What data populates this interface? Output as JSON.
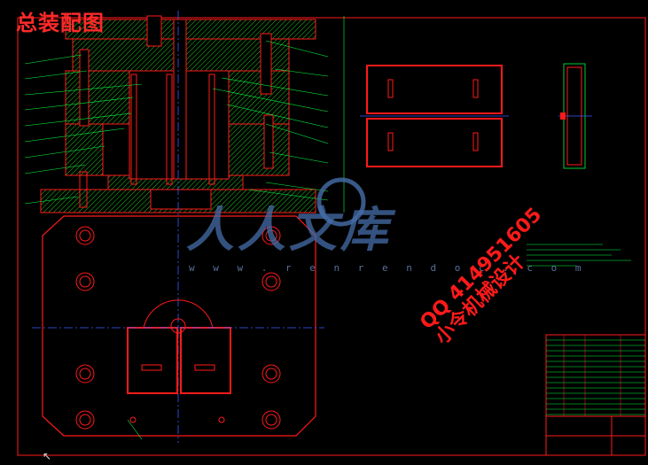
{
  "drawing": {
    "title": "总装配图",
    "watermark_main": "人人文库",
    "watermark_url": "w w w . r e n r e n d o c . c o m",
    "stamp_line1": "QQ 414951605",
    "stamp_line2": "小令机械设计"
  },
  "colors": {
    "background": "#000000",
    "outline": "#ff1a1a",
    "hatch": "#2aff2a",
    "centerline": "#3a5cff",
    "annotation": "#00ff40",
    "watermark": "#4a78b8"
  }
}
